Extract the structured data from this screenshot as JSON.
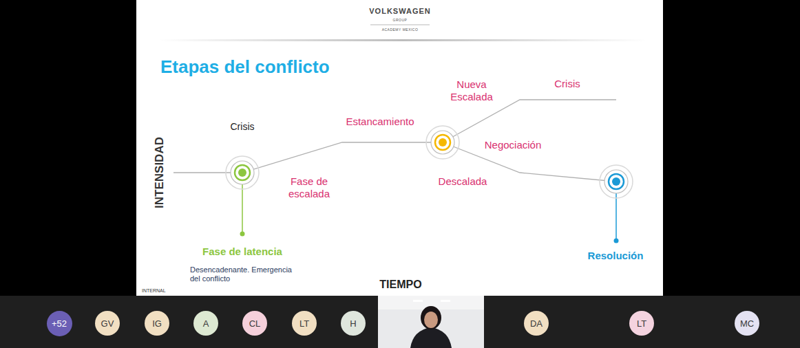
{
  "diagram": {
    "title": "Etapas del conflicto",
    "nodes": [
      {
        "text": [
          "+52"
        ]
      },
      {
        "text": [
          "GV"
        ]
      },
      {
        "text": [
          "IG"
        ]
      },
      {
        "text": [
          "A"
        ]
      },
      {
        "text": [
          "CL"
        ]
      },
      {
        "text": [
          "LT"
        ]
      },
      {
        "text": [
          "H"
        ]
      },
      {
        "text": [
          "DA"
        ]
      },
      {
        "text": [
          "LT"
        ]
      },
      {
        "text": [
          "MC"
        ]
      }
    ],
    "labels": [
      "VOLKSWAGEN",
      "GROUP",
      "ACADEMY MEXICO",
      "Crisis",
      "Estancamiento",
      "Nueva Escalada",
      "Crisis",
      "Negociación",
      "Fase de escalada",
      "Descalada",
      "INTENSIDAD",
      "Fase de latencia",
      "Desencadenante. Emergencia del conflicto",
      "Resolución",
      "TIEMPO",
      "INTERNAL"
    ]
  }
}
